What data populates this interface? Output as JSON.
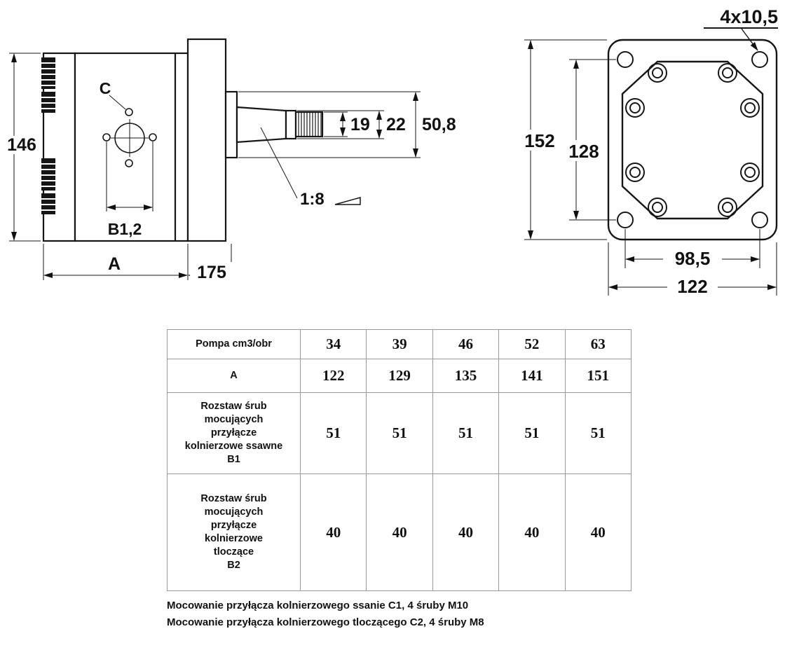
{
  "side_view": {
    "dim_height": "146",
    "label_c": "C",
    "label_b": "B1,2",
    "dim_a": "A",
    "dim_flange": "175",
    "dim_spline": "19",
    "dim_shaft": "22",
    "dim_pilot": "50,8",
    "taper": "1:8"
  },
  "front_view": {
    "corner_holes": "4x10,5",
    "dim_height_outer": "152",
    "dim_height_holes": "128",
    "dim_width_holes": "98,5",
    "dim_width_outer": "122"
  },
  "table": {
    "rows": [
      {
        "label": "Pompa cm3/obr",
        "values": [
          "34",
          "39",
          "46",
          "52",
          "63"
        ]
      },
      {
        "label": "A",
        "values": [
          "122",
          "129",
          "135",
          "141",
          "151"
        ]
      },
      {
        "label": "Rozstaw śrub\nmocujących\nprzyłącze\nkolnierzowe ssawne\nB1",
        "values": [
          "51",
          "51",
          "51",
          "51",
          "51"
        ]
      },
      {
        "label": "Rozstaw śrub\nmocujących\nprzyłącze\nkolnierzowe\ntloczące\nB2",
        "values": [
          "40",
          "40",
          "40",
          "40",
          "40"
        ]
      }
    ]
  },
  "footnotes": [
    "Mocowanie przyłącza kolnierzowego ssanie C1, 4 śruby M10",
    "Mocowanie przyłącza kolnierzowego tloczącego C2, 4 śruby M8"
  ]
}
